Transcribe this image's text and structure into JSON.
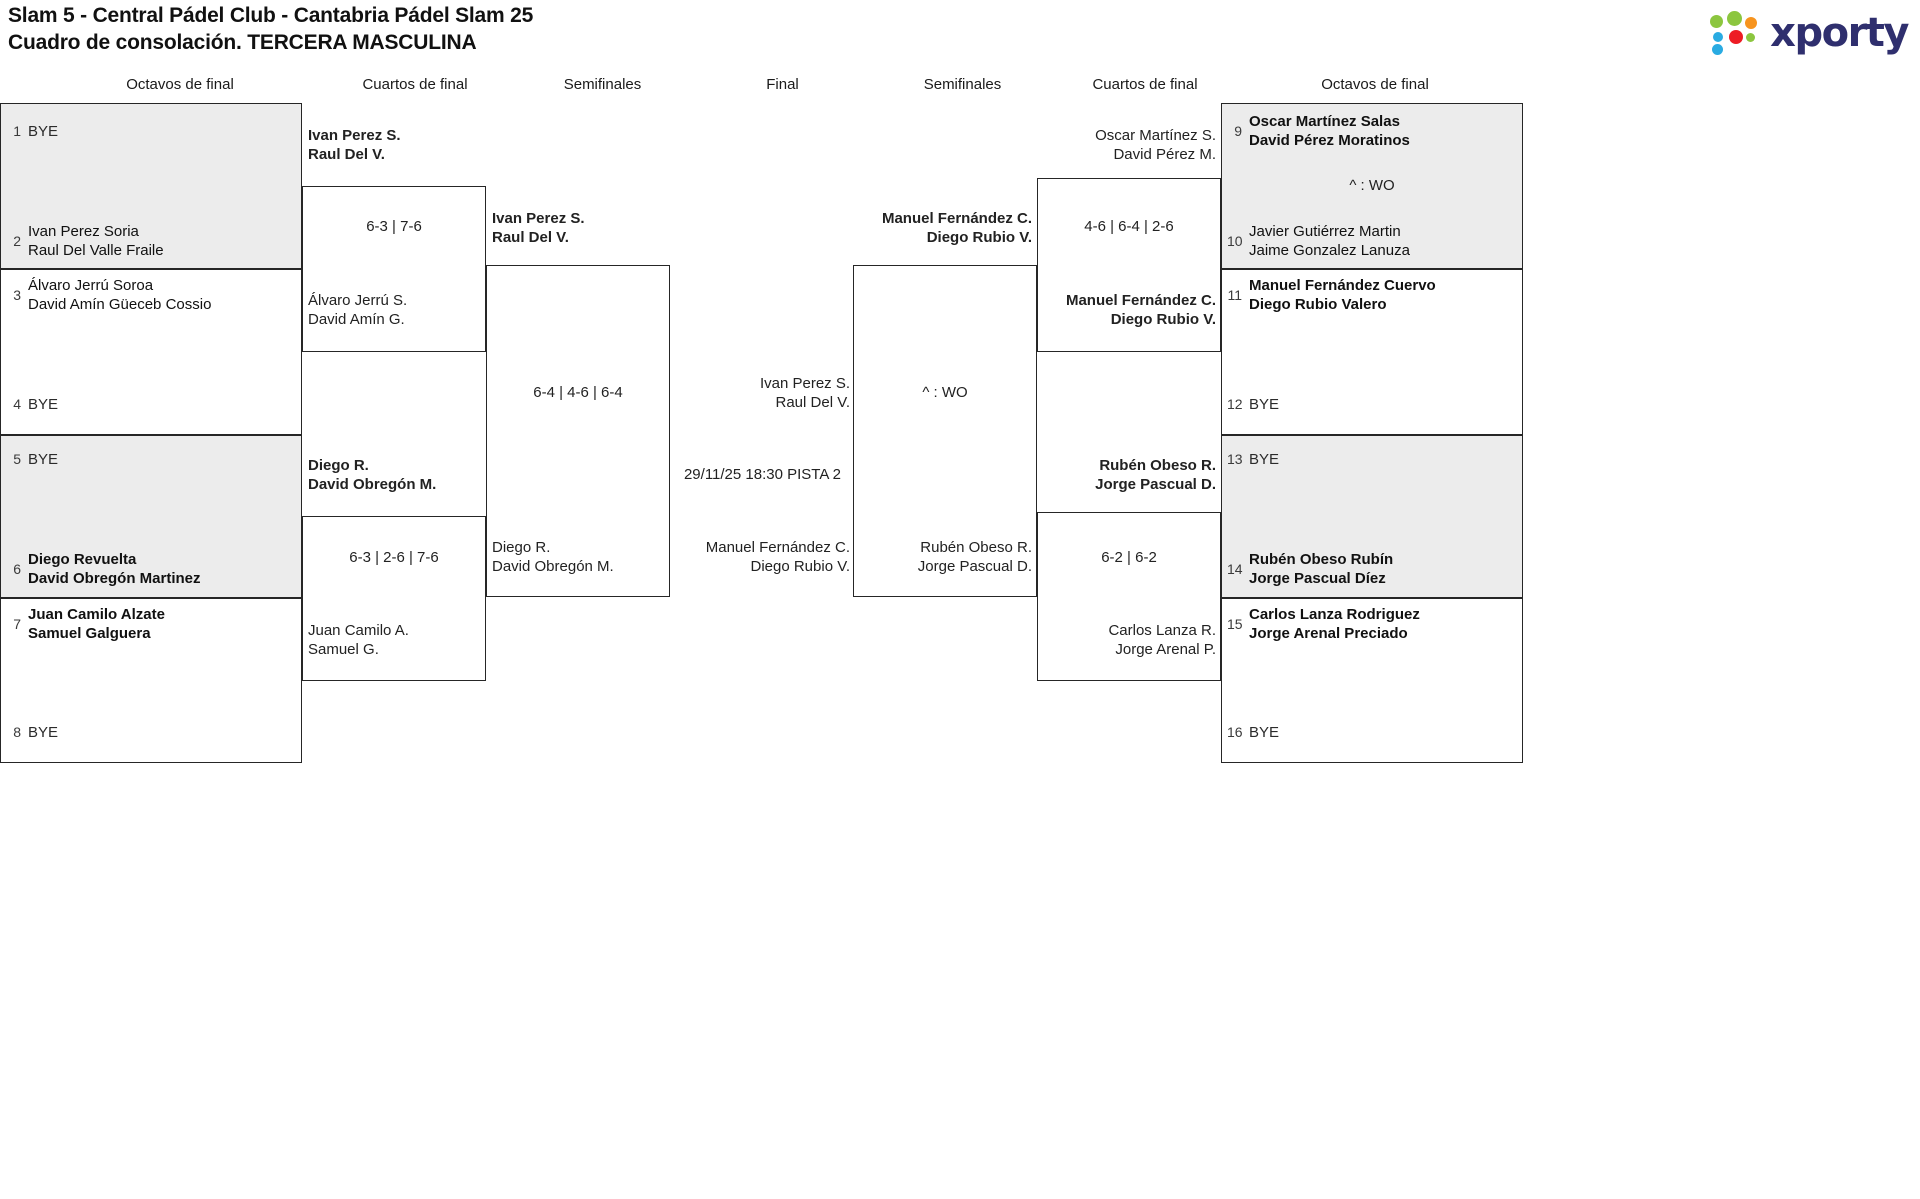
{
  "header": {
    "title_line1": "Slam 5 - Central Pádel Club - Cantabria Pádel Slam 25",
    "title_line2": "Cuadro de consolación. TERCERA MASCULINA",
    "logo_text": "xporty",
    "logo_colors": [
      "#8cc63f",
      "#f7941e",
      "#29abe2",
      "#8cc63f",
      "#ed1c24",
      "#29abe2"
    ]
  },
  "round_labels": {
    "left_r16": "Octavos de final",
    "left_qf": "Cuartos de final",
    "left_sf": "Semifinales",
    "final": "Final",
    "right_sf": "Semifinales",
    "right_qf": "Cuartos de final",
    "right_r16": "Octavos de final"
  },
  "left_r16": [
    {
      "seed": "1",
      "p1": "BYE",
      "p2": "",
      "bye": true
    },
    {
      "seed": "2",
      "p1": "Ivan Perez Soria",
      "p2": "Raul Del Valle Fraile",
      "bye": false
    },
    {
      "seed": "3",
      "p1": "Álvaro Jerrú Soroa",
      "p2": "David Amín Güeceb Cossio",
      "bye": false
    },
    {
      "seed": "4",
      "p1": "BYE",
      "p2": "",
      "bye": true
    },
    {
      "seed": "5",
      "p1": "BYE",
      "p2": "",
      "bye": true
    },
    {
      "seed": "6",
      "p1": "Diego Revuelta",
      "p2": "David Obregón Martinez",
      "bye": false
    },
    {
      "seed": "7",
      "p1": "Juan Camilo Alzate",
      "p2": "Samuel Galguera",
      "bye": false
    },
    {
      "seed": "8",
      "p1": "BYE",
      "p2": "",
      "bye": true
    }
  ],
  "right_r16": [
    {
      "seed": "9",
      "p1": "Oscar Martínez Salas",
      "p2": "David Pérez Moratinos",
      "bye": false
    },
    {
      "seed": "10",
      "p1": "Javier Gutiérrez Martin",
      "p2": "Jaime Gonzalez Lanuza",
      "bye": false
    },
    {
      "seed": "11",
      "p1": "Manuel Fernández Cuervo",
      "p2": "Diego Rubio Valero",
      "bye": false
    },
    {
      "seed": "12",
      "p1": "BYE",
      "p2": "",
      "bye": true
    },
    {
      "seed": "13",
      "p1": "BYE",
      "p2": "",
      "bye": true
    },
    {
      "seed": "14",
      "p1": "Rubén Obeso Rubín",
      "p2": "Jorge Pascual Díez",
      "bye": false
    },
    {
      "seed": "15",
      "p1": "Carlos Lanza Rodriguez",
      "p2": "Jorge Arenal Preciado",
      "bye": false
    },
    {
      "seed": "16",
      "p1": "BYE",
      "p2": "",
      "bye": true
    }
  ],
  "left_qf": {
    "top_winner_p1": "Ivan Perez S.",
    "top_winner_p2": "Raul Del V.",
    "top_score": "6-3 | 7-6",
    "top_loser_p1": "Álvaro Jerrú S.",
    "top_loser_p2": "David Amín G.",
    "bottom_winner_p1": "Diego R.",
    "bottom_winner_p2": "David Obregón M.",
    "bottom_score": "6-3 | 2-6 | 7-6",
    "bottom_loser_p1": "Juan Camilo A.",
    "bottom_loser_p2": "Samuel G."
  },
  "left_sf": {
    "winner_p1": "Ivan Perez S.",
    "winner_p2": "Raul Del V.",
    "score": "6-4 | 4-6 | 6-4",
    "loser_p1": "Diego R.",
    "loser_p2": "David Obregón M."
  },
  "final": {
    "top_p1": "Ivan Perez S.",
    "top_p2": "Raul Del V.",
    "schedule": "29/11/25 18:30 PISTA 2",
    "bottom_p1": "Manuel Fernández C.",
    "bottom_p2": "Diego Rubio V."
  },
  "right_sf": {
    "winner_p1": "Manuel Fernández C.",
    "winner_p2": "Diego Rubio V.",
    "score": "^ : WO",
    "loser_p1": "Rubén Obeso R.",
    "loser_p2": "Jorge Pascual D."
  },
  "right_qf": {
    "top_loser_p1": "Oscar Martínez S.",
    "top_loser_p2": "David Pérez M.",
    "top_score": "4-6 | 6-4 | 2-6",
    "top_winner_p1": "Manuel Fernández C.",
    "top_winner_p2": "Diego Rubio V.",
    "bottom_winner_p1": "Rubén Obeso R.",
    "bottom_winner_p2": "Jorge Pascual D.",
    "bottom_score": "6-2 | 6-2",
    "bottom_loser_p1": "Carlos Lanza R.",
    "bottom_loser_p2": "Jorge Arenal P."
  },
  "right_r16_results": {
    "match9_10_score": "^ : WO"
  }
}
